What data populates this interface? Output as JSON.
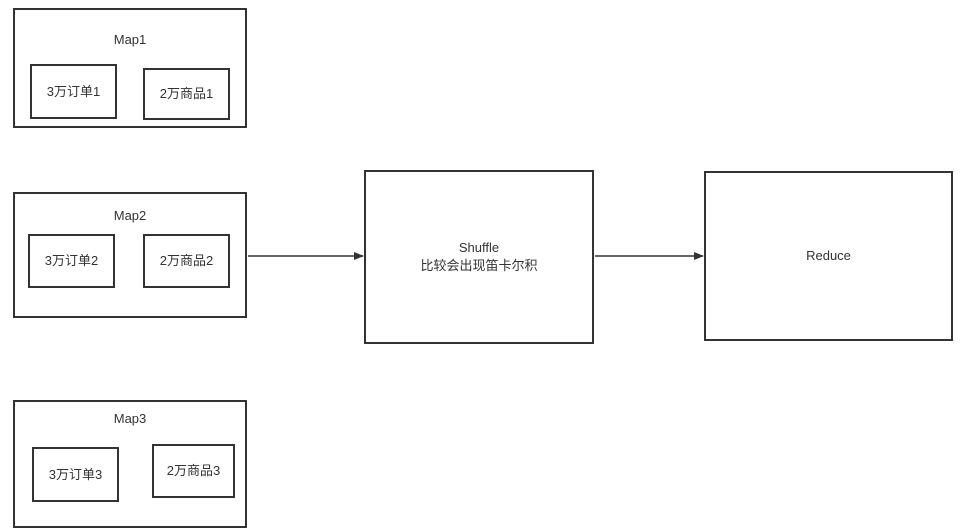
{
  "diagram": {
    "type": "flowchart",
    "title": "MapReduce shuffle cartesian product diagram",
    "background_color": "#ffffff",
    "stroke_color": "#333333",
    "text_color": "#333333",
    "maps": [
      {
        "label": "Map1",
        "boxes": [
          {
            "label": "3万订单1"
          },
          {
            "label": "2万商品1"
          }
        ]
      },
      {
        "label": "Map2",
        "boxes": [
          {
            "label": "3万订单2"
          },
          {
            "label": "2万商品2"
          }
        ]
      },
      {
        "label": "Map3",
        "boxes": [
          {
            "label": "3万订单3"
          },
          {
            "label": "2万商品3"
          }
        ]
      }
    ],
    "shuffle": {
      "line1": "Shuffle",
      "line2": "比较会出现笛卡尔积"
    },
    "reduce": {
      "label": "Reduce"
    },
    "edges": [
      {
        "from": "Map2",
        "to": "Shuffle"
      },
      {
        "from": "Shuffle",
        "to": "Reduce"
      }
    ]
  }
}
